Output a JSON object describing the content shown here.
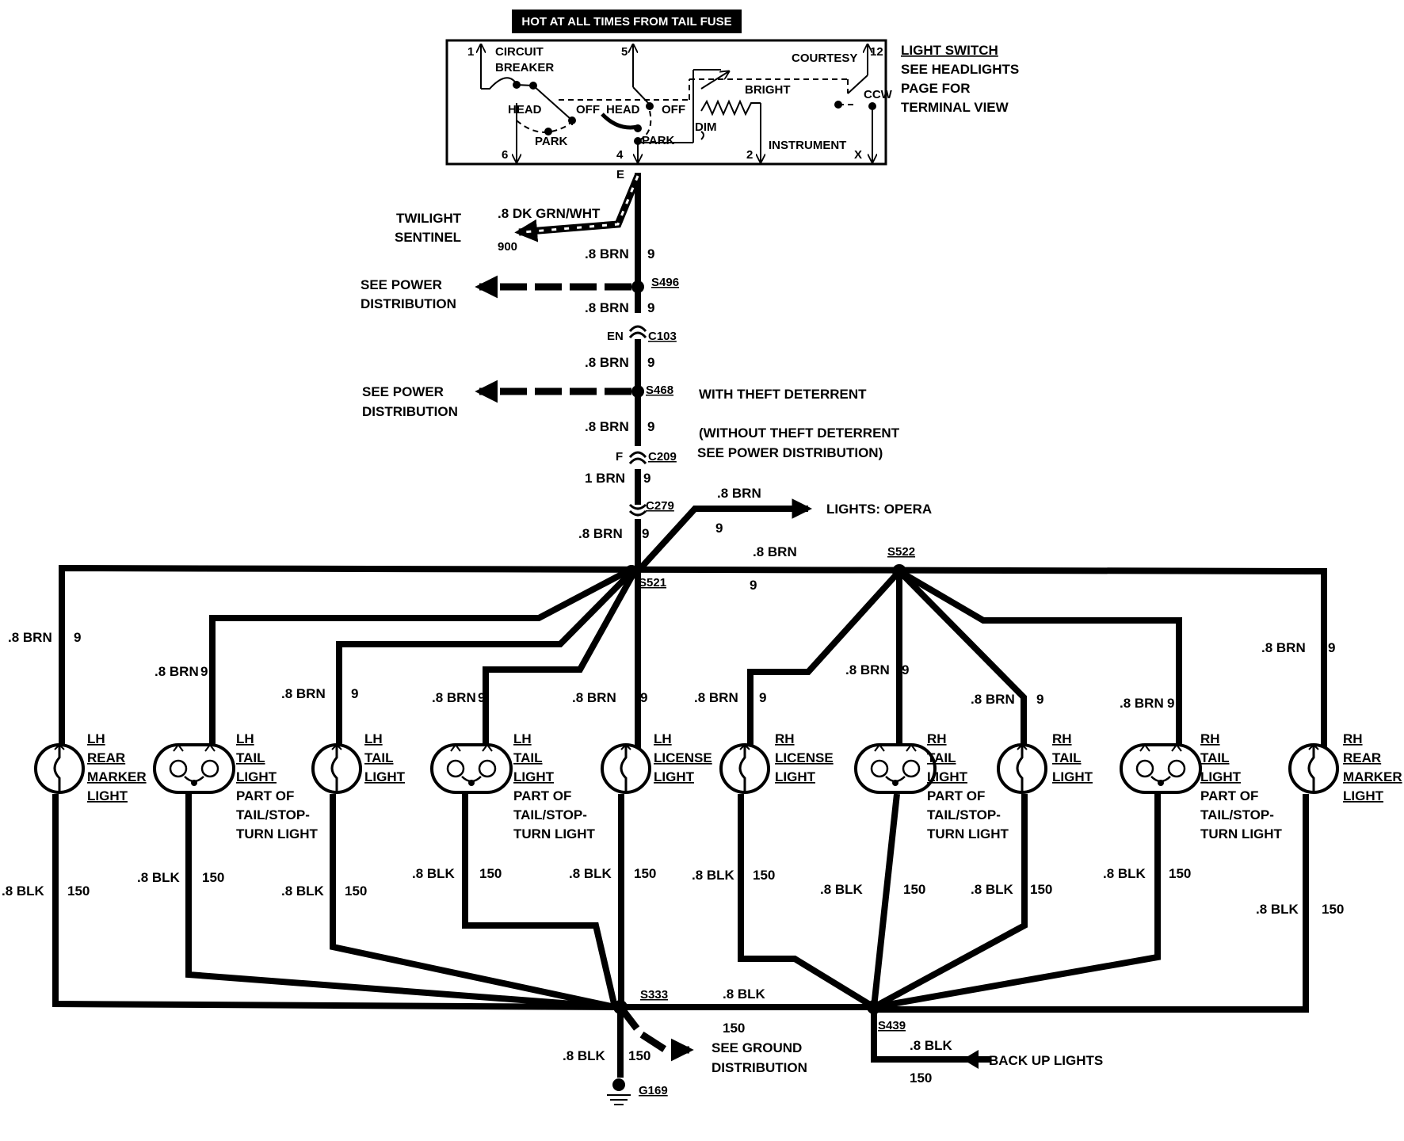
{
  "header_banner": "HOT AT ALL TIMES FROM TAIL FUSE",
  "switch": {
    "title": "LIGHT SWITCH",
    "note_lines": [
      "SEE HEADLIGHTS",
      "PAGE FOR",
      "TERMINAL VIEW"
    ],
    "labels": {
      "circuit": "CIRCUIT",
      "breaker": "BREAKER",
      "courtesy": "COURTESY",
      "head1": "HEAD",
      "off1": "OFF",
      "head2": "HEAD",
      "off2": "OFF",
      "park1": "PARK",
      "park2": "PARK",
      "bright": "BRIGHT",
      "dim": "DIM",
      "ccw": "CCW",
      "instrument": "INSTRUMENT",
      "t1": "1",
      "t5": "5",
      "t12": "12",
      "t6": "6",
      "t4": "4",
      "t2": "2",
      "tx": "X",
      "te": "E"
    }
  },
  "feed": {
    "twilight_lines": [
      "TWILIGHT",
      "SENTINEL"
    ],
    "twilight_wire": ".8 DK GRN/WHT",
    "twilight_circuit": "900",
    "seg1_wire": ".8 BRN",
    "seg1_circuit": "9",
    "s496": "S496",
    "pd1_lines": [
      "SEE POWER",
      "DISTRIBUTION"
    ],
    "seg2_wire": ".8 BRN",
    "seg2_circuit": "9",
    "c103_pin": "EN",
    "c103": "C103",
    "seg3_wire": ".8 BRN",
    "seg3_circuit": "9",
    "s468": "S468",
    "pd2_lines": [
      "SEE POWER",
      "DISTRIBUTION"
    ],
    "theft": "WITH THEFT DETERRENT",
    "seg4_wire": ".8 BRN",
    "seg4_circuit": "9",
    "without_lines": [
      "(WITHOUT THEFT DETERRENT",
      "SEE POWER DISTRIBUTION)"
    ],
    "c209_pin": "F",
    "c209": "C209",
    "seg5_wire": "1 BRN",
    "seg5_circuit": "9",
    "c279": "C279",
    "opera_wire": ".8 BRN",
    "opera_circuit": "9",
    "opera_label": "LIGHTS: OPERA",
    "seg6_wire": ".8 BRN",
    "seg6_circuit": "9",
    "s521": "S521",
    "s522": "S522",
    "bus_wire": ".8 BRN",
    "bus_circuit": "9"
  },
  "lamps": [
    {
      "lines": [
        "LH",
        "REAR",
        "MARKER",
        "LIGHT"
      ],
      "extra": [],
      "type": "single",
      "feed_wire": ".8 BRN",
      "feed_circuit": "9",
      "ground_wire": ".8 BLK",
      "ground_circuit": "150"
    },
    {
      "lines": [
        "LH",
        "TAIL",
        "LIGHT"
      ],
      "extra": [
        "PART OF",
        "TAIL/STOP-",
        "TURN LIGHT"
      ],
      "type": "dual",
      "feed_wire": ".8 BRN",
      "feed_circuit": "9",
      "ground_wire": ".8 BLK",
      "ground_circuit": "150"
    },
    {
      "lines": [
        "LH",
        "TAIL",
        "LIGHT"
      ],
      "extra": [],
      "type": "single",
      "feed_wire": ".8 BRN",
      "feed_circuit": "9",
      "ground_wire": ".8 BLK",
      "ground_circuit": "150"
    },
    {
      "lines": [
        "LH",
        "TAIL",
        "LIGHT"
      ],
      "extra": [
        "PART OF",
        "TAIL/STOP-",
        "TURN LIGHT"
      ],
      "type": "dual",
      "feed_wire": ".8 BRN",
      "feed_circuit": "9",
      "ground_wire": ".8 BLK",
      "ground_circuit": "150"
    },
    {
      "lines": [
        "LH",
        "LICENSE",
        "LIGHT"
      ],
      "extra": [],
      "type": "single",
      "feed_wire": ".8 BRN",
      "feed_circuit": "9",
      "ground_wire": ".8 BLK",
      "ground_circuit": "150"
    },
    {
      "lines": [
        "RH",
        "LICENSE",
        "LIGHT"
      ],
      "extra": [],
      "type": "single",
      "feed_wire": ".8 BRN",
      "feed_circuit": "9",
      "ground_wire": ".8 BLK",
      "ground_circuit": "150"
    },
    {
      "lines": [
        "RH",
        "TAIL",
        "LIGHT"
      ],
      "extra": [
        "PART OF",
        "TAIL/STOP-",
        "TURN LIGHT"
      ],
      "type": "dual",
      "feed_wire": ".8 BRN",
      "feed_circuit": "9",
      "ground_wire": ".8 BLK",
      "ground_circuit": "150"
    },
    {
      "lines": [
        "RH",
        "TAIL",
        "LIGHT"
      ],
      "extra": [],
      "type": "single",
      "feed_wire": ".8 BRN",
      "feed_circuit": "9",
      "ground_wire": ".8 BLK",
      "ground_circuit": "150"
    },
    {
      "lines": [
        "RH",
        "TAIL",
        "LIGHT"
      ],
      "extra": [
        "PART OF",
        "TAIL/STOP-",
        "TURN LIGHT"
      ],
      "type": "dual",
      "feed_wire": ".8 BRN",
      "feed_circuit": "9",
      "ground_wire": ".8 BLK",
      "ground_circuit": "150"
    },
    {
      "lines": [
        "RH",
        "REAR",
        "MARKER",
        "LIGHT"
      ],
      "extra": [],
      "type": "single",
      "feed_wire": ".8 BRN",
      "feed_circuit": "9",
      "ground_wire": ".8 BLK",
      "ground_circuit": "150"
    }
  ],
  "ground": {
    "s333": "S333",
    "gbus_wire": ".8 BLK",
    "gbus_circuit": "150",
    "gd_lines": [
      "SEE GROUND",
      "DISTRIBUTION"
    ],
    "g169_wire": ".8 BLK",
    "g169_circuit": "150",
    "g169": "G169",
    "s439": "S439",
    "backup_wire": ".8 BLK",
    "backup_circuit": "150",
    "backup_label": "BACK UP LIGHTS"
  }
}
